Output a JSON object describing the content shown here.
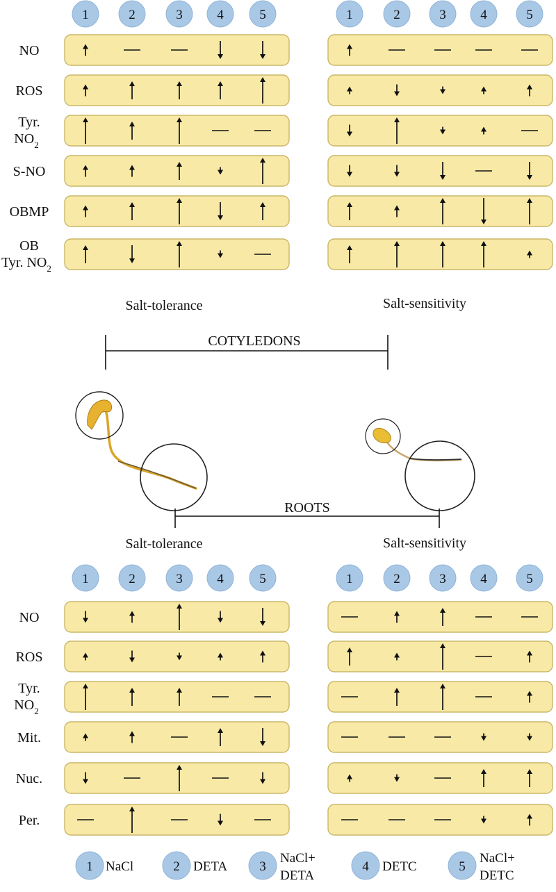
{
  "colors": {
    "circle": "#a9c8e6",
    "row_fill": "#f8e9a6",
    "row_stroke": "#c9b768",
    "ink": "#111111",
    "seedling": "#e8c13c"
  },
  "panels": [
    {
      "id": "cotyledons-tolerance",
      "column_numbers": [
        "1",
        "2",
        "3",
        "4",
        "5"
      ],
      "rows": [
        {
          "label": [
            "NO"
          ],
          "symbols": [
            "up-s",
            "flat",
            "flat",
            "down-m",
            "down-m"
          ]
        },
        {
          "label": [
            "ROS"
          ],
          "symbols": [
            "up-s",
            "up-m",
            "up-m",
            "up-m",
            "up-l"
          ]
        },
        {
          "label": [
            "Tyr.",
            "NO",
            "2"
          ],
          "symbols": [
            "up-l",
            "up-m",
            "up-l",
            "flat",
            "flat"
          ]
        },
        {
          "label": [
            "S-NO"
          ],
          "symbols": [
            "up-s",
            "up-s",
            "up-m",
            "down-xs",
            "up-l"
          ]
        },
        {
          "label": [
            "OBMP"
          ],
          "symbols": [
            "up-s",
            "up-m",
            "up-l",
            "down-m",
            "up-m"
          ]
        },
        {
          "label": [
            "OB",
            "Tyr. NO",
            "2"
          ],
          "symbols": [
            "up-m",
            "down-m",
            "up-l",
            "down-xs",
            "flat"
          ]
        }
      ]
    },
    {
      "id": "cotyledons-sensitivity",
      "column_numbers": [
        "1",
        "2",
        "3",
        "4",
        "5"
      ],
      "rows": [
        {
          "label": [],
          "symbols": [
            "up-s",
            "flat",
            "flat",
            "flat",
            "flat"
          ]
        },
        {
          "label": [],
          "symbols": [
            "up-xs",
            "down-s",
            "down-xs",
            "up-xs",
            "up-s"
          ]
        },
        {
          "label": [],
          "symbols": [
            "down-s",
            "up-l",
            "down-xs",
            "up-xs",
            "flat"
          ]
        },
        {
          "label": [],
          "symbols": [
            "down-s",
            "down-s",
            "down-m",
            "flat",
            "down-m"
          ]
        },
        {
          "label": [],
          "symbols": [
            "up-m",
            "up-s",
            "up-l",
            "down-l",
            "up-l"
          ]
        },
        {
          "label": [],
          "symbols": [
            "up-m",
            "up-l",
            "up-l",
            "up-l",
            "up-xs"
          ]
        }
      ]
    },
    {
      "id": "roots-tolerance",
      "column_numbers": [
        "1",
        "2",
        "3",
        "4",
        "5"
      ],
      "rows": [
        {
          "label": [
            "NO"
          ],
          "symbols": [
            "down-s",
            "up-s",
            "up-l",
            "down-s",
            "down-m"
          ]
        },
        {
          "label": [
            "ROS"
          ],
          "symbols": [
            "up-xs",
            "down-s",
            "down-xs",
            "up-xs",
            "up-s"
          ]
        },
        {
          "label": [
            "Tyr.",
            "NO",
            "2"
          ],
          "symbols": [
            "up-l",
            "up-m",
            "up-m",
            "flat",
            "flat"
          ]
        },
        {
          "label": [
            "Mit."
          ],
          "symbols": [
            "up-xs",
            "up-s",
            "flat",
            "up-m",
            "down-m"
          ]
        },
        {
          "label": [
            "Nuc."
          ],
          "symbols": [
            "down-s",
            "flat",
            "up-l",
            "flat",
            "down-s"
          ]
        },
        {
          "label": [
            "Per."
          ],
          "symbols": [
            "flat",
            "up-l",
            "flat",
            "down-s",
            "flat"
          ]
        }
      ]
    },
    {
      "id": "roots-sensitivity",
      "column_numbers": [
        "1",
        "2",
        "3",
        "4",
        "5"
      ],
      "rows": [
        {
          "label": [],
          "symbols": [
            "flat",
            "up-s",
            "up-m",
            "flat",
            "flat"
          ]
        },
        {
          "label": [],
          "symbols": [
            "up-m",
            "up-xs",
            "up-l",
            "flat",
            "up-s"
          ]
        },
        {
          "label": [],
          "symbols": [
            "flat",
            "up-m",
            "up-l",
            "flat",
            "up-s"
          ]
        },
        {
          "label": [],
          "symbols": [
            "flat",
            "flat",
            "flat",
            "down-xs",
            "down-xs"
          ]
        },
        {
          "label": [],
          "symbols": [
            "up-xs",
            "down-xs",
            "flat",
            "up-m",
            "up-m"
          ]
        },
        {
          "label": [],
          "symbols": [
            "flat",
            "flat",
            "flat",
            "down-xs",
            "up-s"
          ]
        }
      ]
    }
  ],
  "labels": {
    "salt_tolerance_top": "Salt-tolerance",
    "salt_sensitivity_top": "Salt-sensitivity",
    "cotyledons": "COTYLEDONS",
    "roots": "ROOTS",
    "salt_tolerance_bottom": "Salt-tolerance",
    "salt_sensitivity_bottom": "Salt-sensitivity"
  },
  "legend": [
    {
      "number": "1",
      "text": [
        "NaCl"
      ]
    },
    {
      "number": "2",
      "text": [
        "DETA"
      ]
    },
    {
      "number": "3",
      "text": [
        "NaCl+",
        "DETA"
      ]
    },
    {
      "number": "4",
      "text": [
        "DETC"
      ]
    },
    {
      "number": "5",
      "text": [
        "NaCl+",
        "DETC"
      ]
    }
  ]
}
